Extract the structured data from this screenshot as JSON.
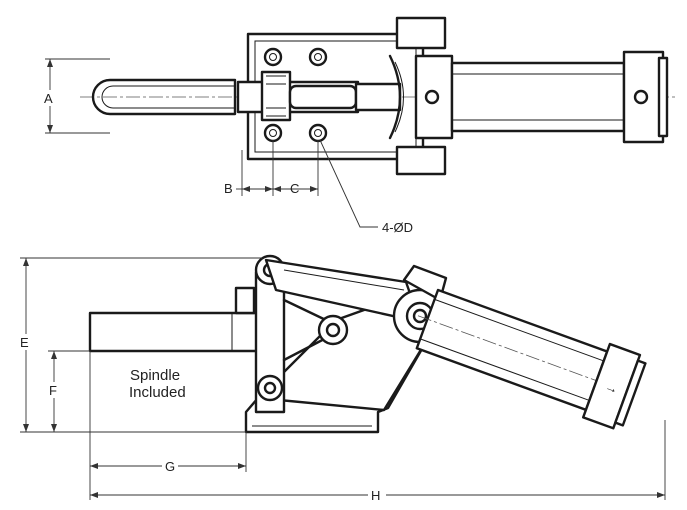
{
  "dimensions": {
    "A": "A",
    "B": "B",
    "C": "C",
    "D": "4-ØD",
    "E": "E",
    "F": "F",
    "G": "G",
    "H": "H"
  },
  "notes": {
    "spindle_line1": "Spindle",
    "spindle_line2": "Included"
  },
  "colors": {
    "line": "#1a1a1a",
    "background": "#ffffff"
  }
}
